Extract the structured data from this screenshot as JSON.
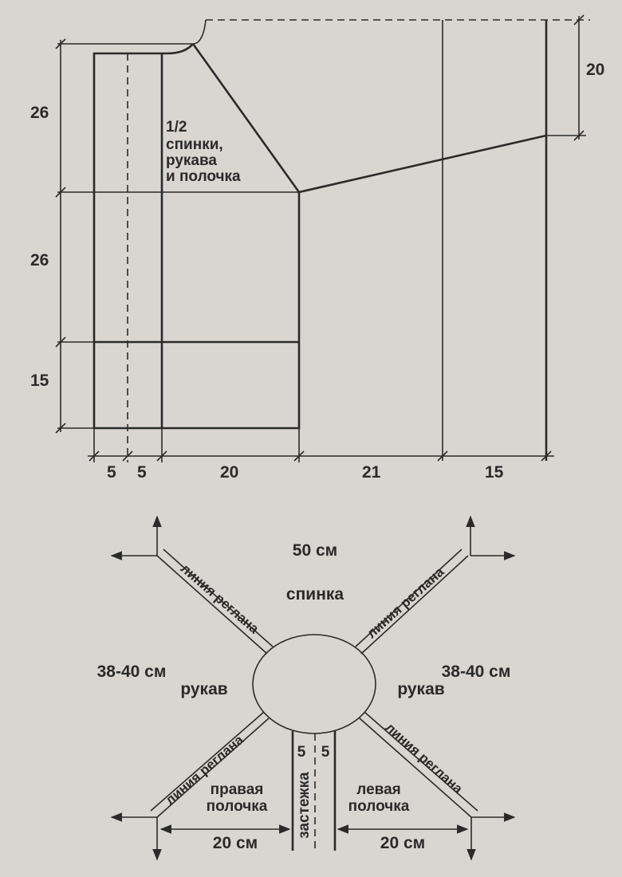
{
  "pattern": {
    "dims_vertical": [
      "26",
      "26",
      "15"
    ],
    "dims_right": "20",
    "dims_bottom": [
      "5",
      "5",
      "20",
      "21",
      "15"
    ],
    "piece_label": [
      "1/2",
      "спинки,",
      "рукава",
      "и полочка"
    ]
  },
  "scheme": {
    "back_width": "50 см",
    "back": "спинка",
    "sleeve_left_width": "38-40 см",
    "sleeve_left": "рукав",
    "sleeve_right_width": "38-40 см",
    "sleeve_right": "рукав",
    "raglan_line": "линия реглана",
    "right_front": [
      "правая",
      "полочка"
    ],
    "left_front": [
      "левая",
      "полочка"
    ],
    "front_width_left": "20 см",
    "front_width_right": "20 см",
    "placket": "застежка",
    "placket_left": "5",
    "placket_right": "5"
  }
}
